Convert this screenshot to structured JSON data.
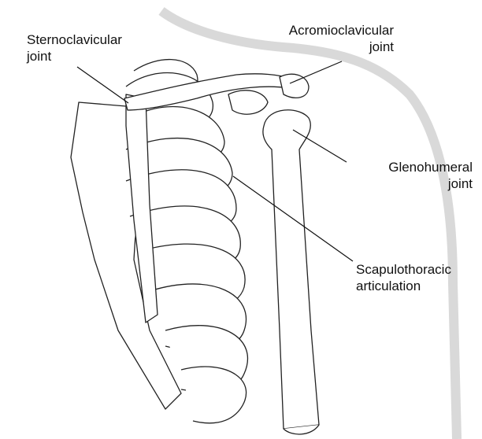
{
  "labels": {
    "sternoclavicular": [
      "Sternoclavicular",
      "joint"
    ],
    "acromioclavicular": [
      "Acromioclavicular",
      "joint"
    ],
    "glenohumeral": [
      "Glenohumeral",
      "joint"
    ],
    "scapulothoracic": [
      "Scapulothoracic",
      "articulation"
    ]
  },
  "colors": {
    "silhouette": "#d9d9d9",
    "line": "#222222"
  }
}
